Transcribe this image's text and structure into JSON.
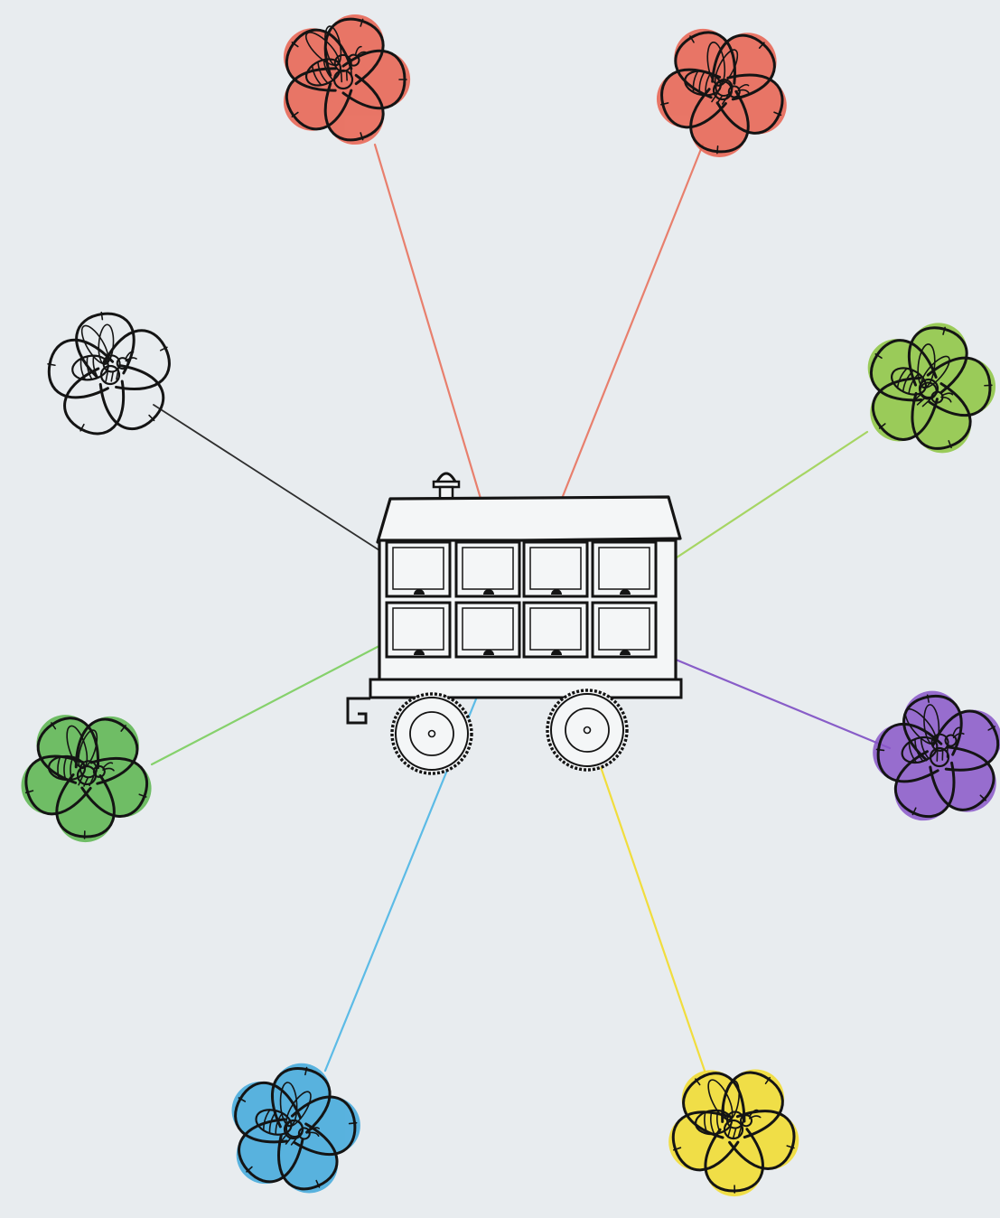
{
  "colors": {
    "paper": "#e8ecef",
    "ink": "#141414",
    "hive_fill": "#f4f6f7"
  },
  "hive": {
    "icon": "beehive-trailer-icon",
    "compartments": 8
  },
  "flowers": [
    {
      "id": "top-left",
      "color": "#e9614f",
      "line_color": "#e9745f",
      "entrance": 6,
      "icon": "flower-with-bee-icon"
    },
    {
      "id": "top-right",
      "color": "#e9614f",
      "line_color": "#e9745f",
      "entrance": 2,
      "icon": "flower-with-bee-icon"
    },
    {
      "id": "left",
      "color": "none",
      "line_color": "#1a1a1a",
      "entrance": 5,
      "icon": "flower-with-bee-icon"
    },
    {
      "id": "right",
      "color": "#8dc63f",
      "line_color": "#9fd354",
      "entrance": 1,
      "icon": "flower-with-bee-icon"
    },
    {
      "id": "lower-left",
      "color": "#5bb54e",
      "line_color": "#7ccf5e",
      "entrance": 5,
      "icon": "flower-with-bee-icon"
    },
    {
      "id": "lower-right",
      "color": "#8a57c9",
      "line_color": "#7e4ec4",
      "entrance": 4,
      "icon": "flower-with-bee-icon"
    },
    {
      "id": "bottom-left",
      "color": "#3fa8dc",
      "line_color": "#4db6e6",
      "entrance": 3,
      "icon": "flower-with-bee-icon"
    },
    {
      "id": "bottom-right",
      "color": "#f2dc2a",
      "line_color": "#f2dc2a",
      "entrance": 3,
      "icon": "flower-with-bee-icon"
    }
  ]
}
